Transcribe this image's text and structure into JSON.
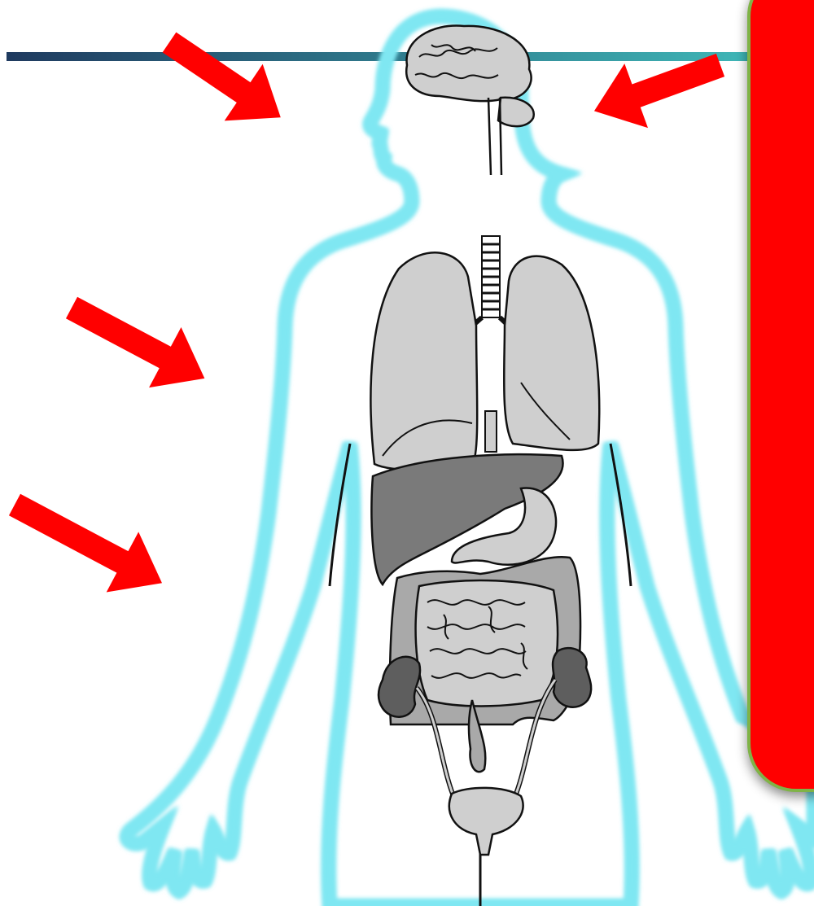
{
  "colors": {
    "background": "#ffffff",
    "arrow": "#ff0000",
    "panel": "#ff0000",
    "panel_border": "#7fb347",
    "body_outline": "#111111",
    "body_glow": "#7fe7f2",
    "organ_light": "#cfcfcf",
    "organ_mid": "#a9a9a9",
    "organ_dark": "#7a7a7a",
    "organ_darker": "#5e5e5e",
    "header_line_start": "#1f3a5f",
    "header_line_end": "#3fb8b8"
  },
  "icons": {
    "pointer_arrows": [
      "arrow-top-left",
      "arrow-top-right",
      "arrow-middle-left",
      "arrow-lower-left"
    ],
    "organs": [
      "brain",
      "trachea",
      "lungs",
      "liver",
      "stomach",
      "large-intestine",
      "small-intestine",
      "kidneys",
      "ureters",
      "bladder"
    ]
  }
}
